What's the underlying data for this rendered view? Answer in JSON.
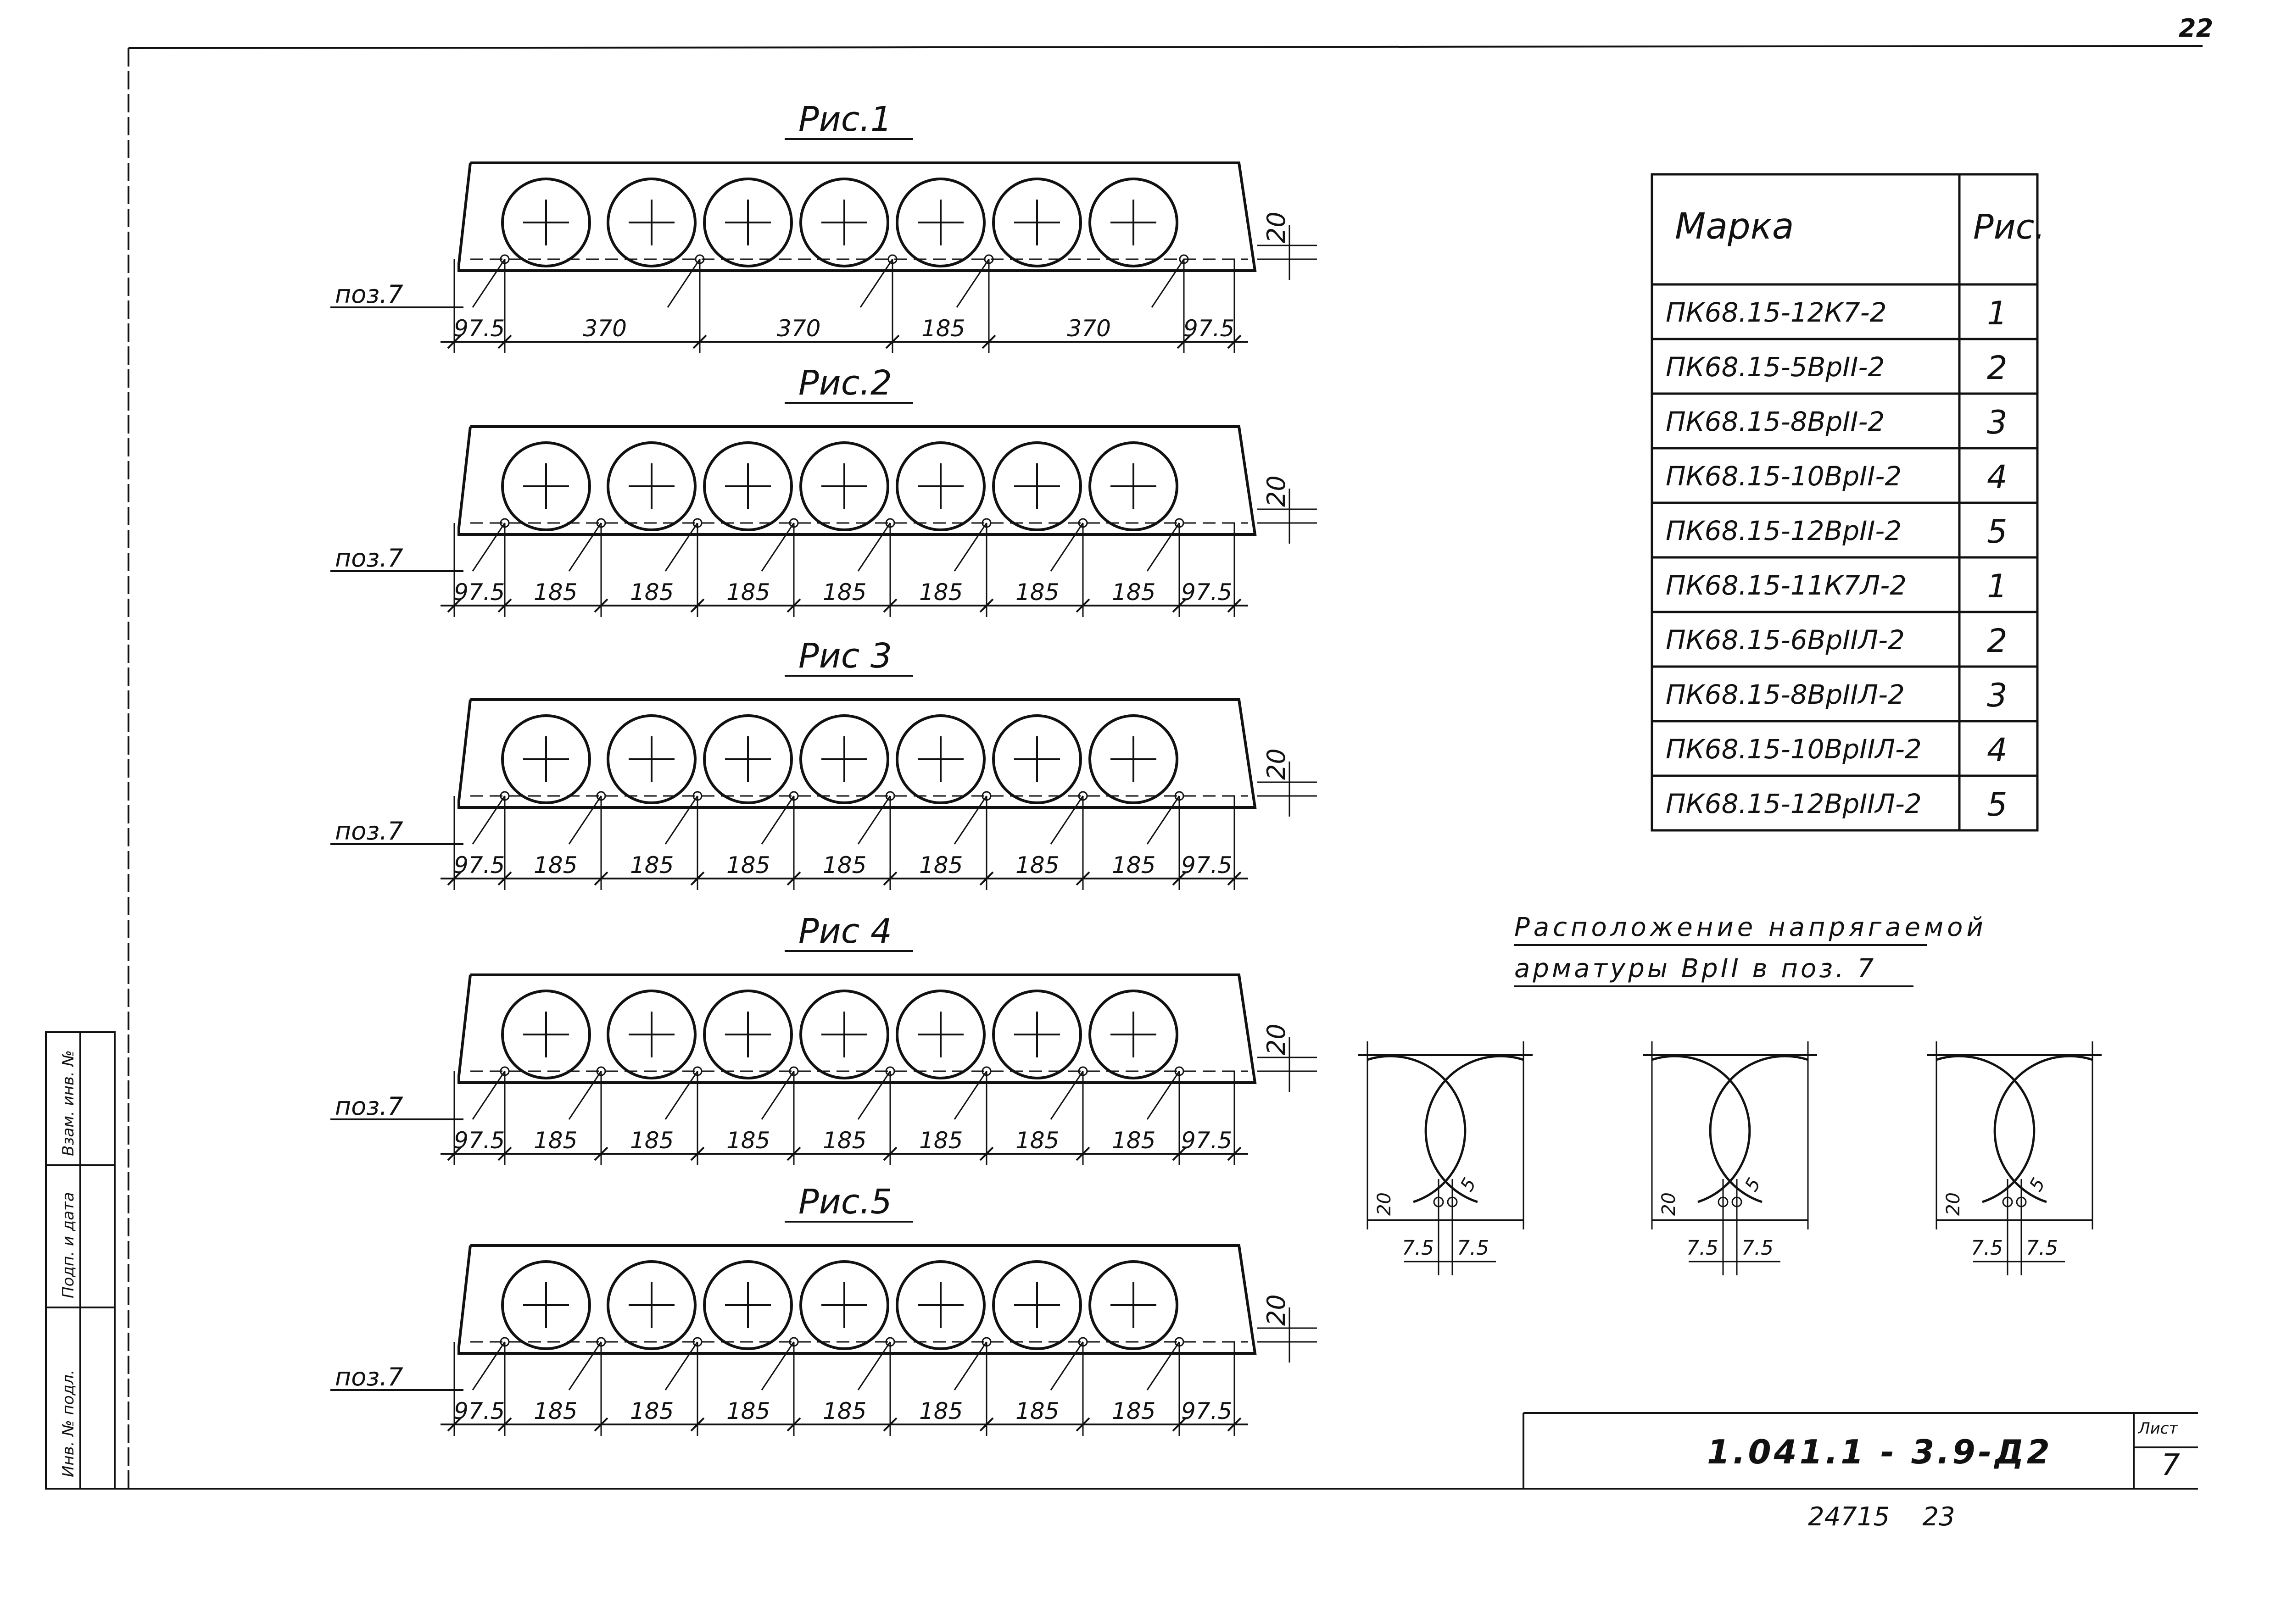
{
  "sheet": {
    "page_number": "22",
    "document_code": "1.041.1 - 3.9-Д2",
    "sheet_label": "Лист",
    "sheet_number": "7",
    "bottom_note": "24715    23",
    "stamp": [
      "Инв. № подл.",
      "Подп. и дата",
      "Взам. инв. №"
    ]
  },
  "figures": [
    {
      "title": "Рис.1",
      "position_label": "поз.7",
      "side_dim": "20",
      "dims": [
        "97.5",
        "370",
        "370",
        "185",
        "370",
        "97.5"
      ]
    },
    {
      "title": "Рис.2",
      "position_label": "поз.7",
      "side_dim": "20",
      "dims": [
        "97.5",
        "185",
        "185",
        "185",
        "185",
        "185",
        "185",
        "185",
        "97.5"
      ]
    },
    {
      "title": "Рис 3",
      "position_label": "поз.7",
      "side_dim": "20",
      "dims": [
        "97.5",
        "185",
        "185",
        "185",
        "185",
        "185",
        "185",
        "185",
        "97.5"
      ]
    },
    {
      "title": "Рис 4",
      "position_label": "поз.7",
      "side_dim": "20",
      "dims": [
        "97.5",
        "185",
        "185",
        "185",
        "185",
        "185",
        "185",
        "185",
        "97.5"
      ]
    },
    {
      "title": "Рис.5",
      "position_label": "поз.7",
      "side_dim": "20",
      "dims": [
        "97.5",
        "185",
        "185",
        "185",
        "185",
        "185",
        "185",
        "185",
        "97.5"
      ]
    }
  ],
  "table": {
    "header": [
      "Марка",
      "Рис."
    ],
    "rows": [
      [
        "ПК68.15-12К7-2",
        "1"
      ],
      [
        "ПК68.15-5ВрII-2",
        "2"
      ],
      [
        "ПК68.15-8ВрII-2",
        "3"
      ],
      [
        "ПК68.15-10ВрII-2",
        "4"
      ],
      [
        "ПК68.15-12ВрII-2",
        "5"
      ],
      [
        "ПК68.15-11К7Л-2",
        "1"
      ],
      [
        "ПК68.15-6ВрIIЛ-2",
        "2"
      ],
      [
        "ПК68.15-8ВрIIЛ-2",
        "3"
      ],
      [
        "ПК68.15-10ВрIIЛ-2",
        "4"
      ],
      [
        "ПК68.15-12ВрIIЛ-2",
        "5"
      ]
    ]
  },
  "details": {
    "title_line1": "Расположение напрягаемой",
    "title_line2": "арматуры ВрII в поз. 7",
    "views": [
      {
        "dim_left": "7.5",
        "dim_right": "7.5",
        "dim_height": "20",
        "dim_pitch": "5"
      },
      {
        "dim_left": "7.5",
        "dim_right": "7.5",
        "dim_height": "20",
        "dim_pitch": "5"
      },
      {
        "dim_left": "7.5",
        "dim_right": "7.5",
        "dim_height": "20",
        "dim_pitch": "5"
      }
    ]
  }
}
